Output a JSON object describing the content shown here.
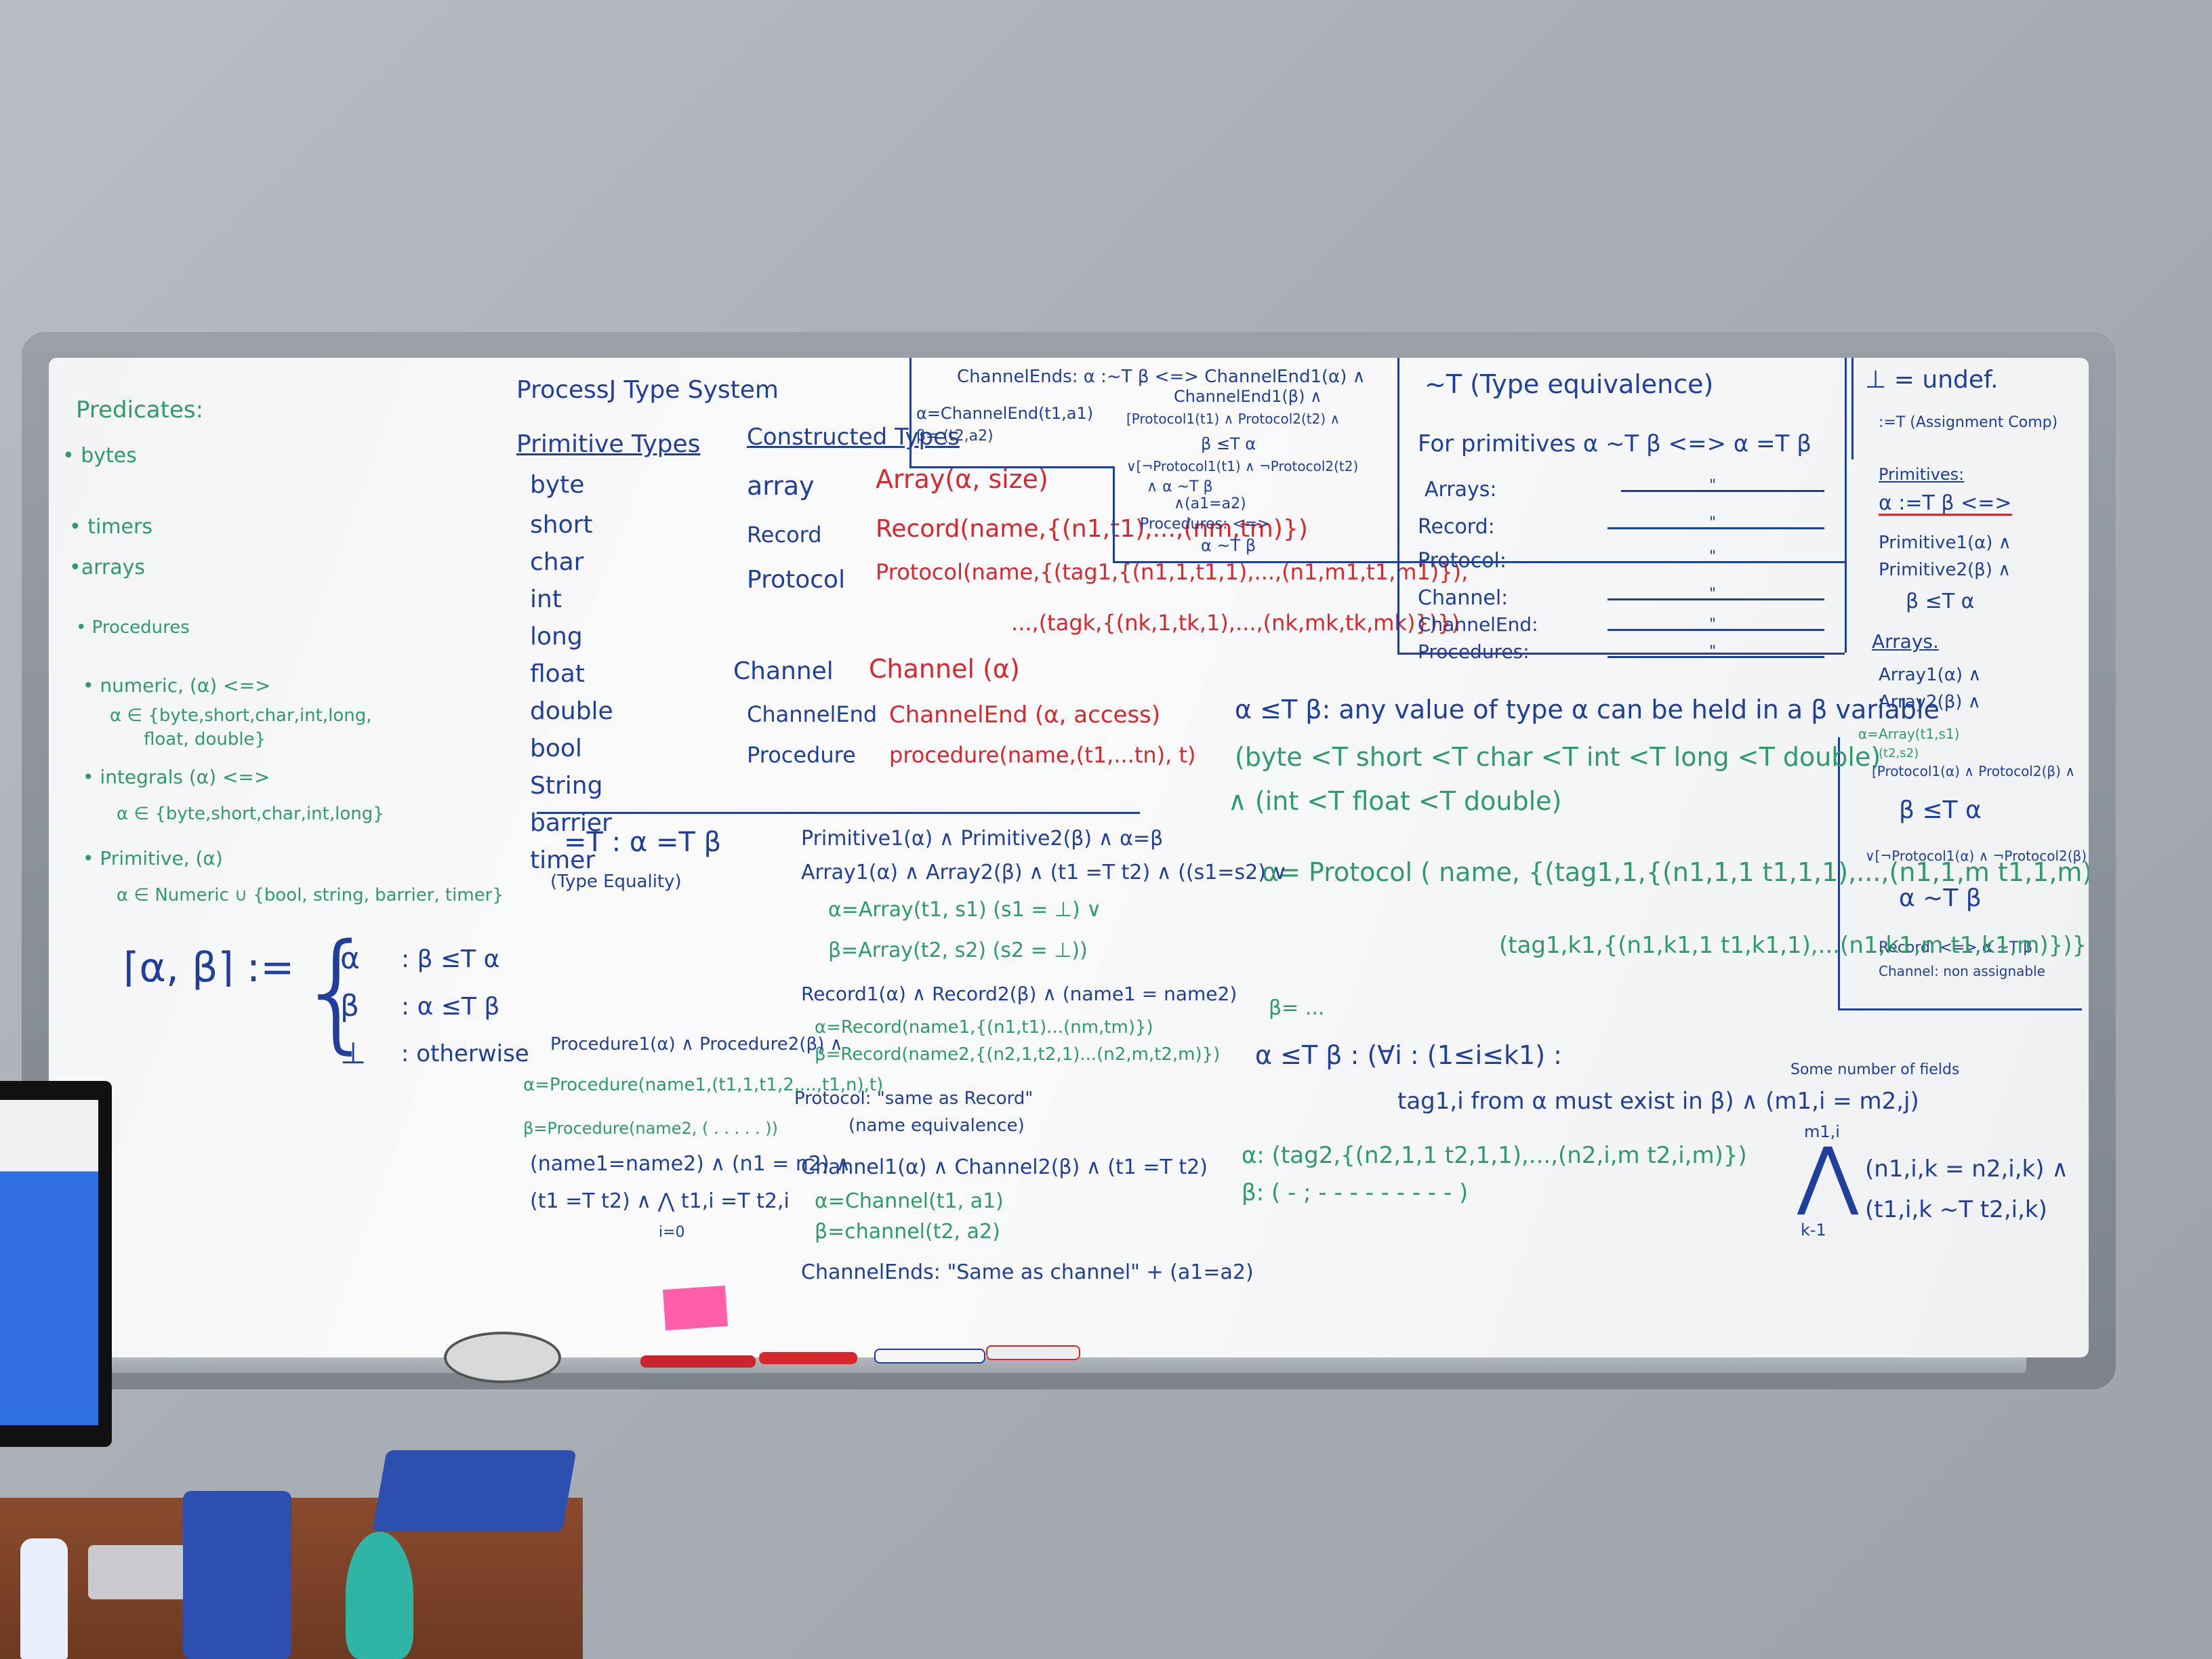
{
  "left_panel": {
    "heading": "Predicates:",
    "items": [
      "• bytes",
      "• timers",
      "•arrays",
      "• Procedures",
      "• numeric, (α)   <=>",
      "α ∈ {byte,short,char,int,long,",
      "float, double}",
      "• integrals (α) <=>",
      "α ∈ {byte,short,char,int,long}",
      "• Primitive, (α)",
      "α ∈ Numeric ∪ {bool, string, barrier, timer}"
    ],
    "join_lhs": "⌈α, β⌉ :=",
    "join_cases": [
      "α",
      ": β ≤T α",
      "β",
      ": α ≤T β",
      "⊥",
      ": otherwise"
    ]
  },
  "types": {
    "title": "ProcessJ Type System",
    "primitive_heading": "Primitive Types",
    "primitives": [
      "byte",
      "short",
      "char",
      "int",
      "long",
      "float",
      "double",
      "bool",
      "String",
      "barrier",
      "timer"
    ],
    "constructed_heading": "Constructed Types",
    "constructed": [
      {
        "name": "array",
        "def": "Array(α, size)"
      },
      {
        "name": "Record",
        "def": "Record(name,{(n1,t1),...,(nm,tm)})"
      },
      {
        "name": "Protocol",
        "def": "Protocol(name,{(tag1,{(n1,1,t1,1),...,(n1,m1,t1,m1)}),"
      },
      {
        "name": "",
        "def": "...,(tagk,{(nk,1,tk,1),...,(nk,mk,tk,mk)})})"
      },
      {
        "name": "Channel",
        "def": "Channel (α)"
      },
      {
        "name": "ChannelEnd",
        "def": "ChannelEnd (α, access)"
      },
      {
        "name": "Procedure",
        "def": "procedure(name,(t1,...tn), t)"
      }
    ]
  },
  "channel_ends_box": {
    "lines": [
      "ChannelEnds: α :~T β <=> ChannelEnd1(α) ∧",
      "ChannelEnd1(β) ∧",
      "α=ChannelEnd(t1,a1)",
      "β=  (t2,a2)",
      "[Protocol1(t1) ∧ Protocol2(t2) ∧",
      "β ≤T α",
      "∨[¬Protocol1(t1) ∧ ¬Protocol2(t2)",
      "∧ α ~T β",
      "∧(a1=a2)",
      "Procedures: <=>",
      "α ~T β"
    ]
  },
  "equivalence": {
    "heading": "~T (Type equivalence)",
    "for_primitives": "For primitives   α ~T β  <=>  α =T β",
    "rows": [
      "Arrays:",
      "Record:",
      "Protocol:",
      "Channel:",
      "ChannelEnd:",
      "Procedures:"
    ],
    "ditto": "\""
  },
  "undef": "⊥ = undef.",
  "assign_comp": {
    "heading": ":=T (Assignment Comp)",
    "lines": [
      "Primitives:",
      "α :=T β <=>",
      "Primitive1(α) ∧",
      "Primitive2(β) ∧",
      "β ≤T α",
      "Arrays.",
      "Array1(α) ∧",
      "Array2(β) ∧",
      "α=Array(t1,s1)",
      "(t2,s2)",
      "[Protocol1(α) ∧ Protocol2(β) ∧",
      "β ≤T α",
      "∨[¬Protocol1(α) ∧ ¬Protocol2(β) ∧",
      "α ~T β",
      "Record: <=> α ~T β",
      "Channel: non assignable"
    ]
  },
  "subtype": {
    "line1": "α ≤T β: any value of type α can be held in a β variable",
    "line2": "(byte <T short <T char <T int <T long <T double)",
    "line3": "∧ (int <T float <T double)",
    "proto": "α= Protocol ( name, {(tag1,1,{(n1,1,1 t1,1,1),...,(n1,1,m t1,1,m)}),",
    "proto2": "(tag1,k1,{(n1,k1,1 t1,k1,1),...(n1,k1,m t1,k1,m)})})",
    "beta": "β= ...",
    "forall": "α ≤T β : (∀i : (1≤i≤k1) :",
    "tag": "tag1,i from α must exist in β) ∧ (m1,i = m2,j)",
    "some": "Some number of fields",
    "alpha2": "α:   (tag2,{(n2,1,1 t2,1,1),...,(n2,i,m t2,i,m)})",
    "beta2": "β:   ( - ;   - - - - - - - - - )",
    "conj1": "(n1,i,k = n2,i,k) ∧",
    "conj2": "(t1,i,k ~T t2,i,k)",
    "bigwedge": "⋀",
    "k1": "k-1",
    "m1i": "m1,i"
  },
  "equality": {
    "heading": "=T :   α =T β",
    "sub": "(Type Equality)",
    "lines": [
      "Primitive1(α) ∧ Primitive2(β) ∧  α=β",
      "Array1(α) ∧ Array2(β) ∧ (t1 =T t2) ∧ ((s1=s2) ∨",
      "α=Array(t1, s1)                (s1 = ⊥) ∨",
      "β=Array(t2, s2)                (s2 = ⊥))",
      "Record1(α) ∧ Record2(β) ∧ (name1 = name2)",
      "α=Record(name1,{(n1,t1)...(nm,tm)})",
      "β=Record(name2,{(n2,1,t2,1)...(n2,m,t2,m)})",
      "Protocol: \"same as Record\"",
      "(name equivalence)",
      "Channel1(α) ∧ Channel2(β) ∧ (t1 =T t2)",
      "α=Channel(t1, a1)",
      "β=channel(t2, a2)",
      "ChannelEnds: \"Same as channel\" + (a1=a2)"
    ],
    "proc": [
      "Procedure1(α) ∧ Procedure2(β) ∧",
      "α=Procedure(name1,(t1,1,t1,2,...,t1,n),t)",
      "β=Procedure(name2, (  .  .  .  .  .  ))",
      "(name1=name2) ∧ (n1 = n2) ∧",
      "(t1 =T t2) ∧ ⋀ t1,i =T t2,i",
      "i=0"
    ]
  }
}
